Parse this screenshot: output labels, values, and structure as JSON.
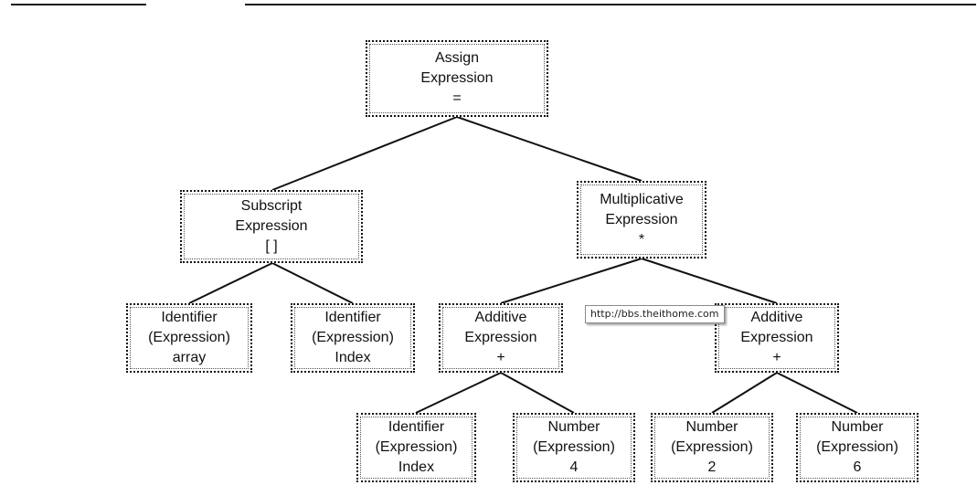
{
  "nodes": {
    "assign": {
      "lines": [
        "Assign",
        "Expression",
        "="
      ]
    },
    "subscript": {
      "lines": [
        "Subscript",
        "Expression",
        "[ ]"
      ]
    },
    "mult": {
      "lines": [
        "Multiplicative",
        "Expression",
        "*"
      ]
    },
    "id_array": {
      "lines": [
        "Identifier",
        "(Expression)",
        "array"
      ]
    },
    "id_index1": {
      "lines": [
        "Identifier",
        "(Expression)",
        "Index"
      ]
    },
    "add1": {
      "lines": [
        "Additive",
        "Expression",
        "+"
      ]
    },
    "add2": {
      "lines": [
        "Additive",
        "Expression",
        "+"
      ]
    },
    "id_index2": {
      "lines": [
        "Identifier",
        "(Expression)",
        "Index"
      ]
    },
    "num4": {
      "lines": [
        "Number",
        "(Expression)",
        "4"
      ]
    },
    "num2": {
      "lines": [
        "Number",
        "(Expression)",
        "2"
      ]
    },
    "num6": {
      "lines": [
        "Number",
        "(Expression)",
        "6"
      ]
    }
  },
  "watermark": {
    "text": "http://bbs.theithome.com"
  }
}
